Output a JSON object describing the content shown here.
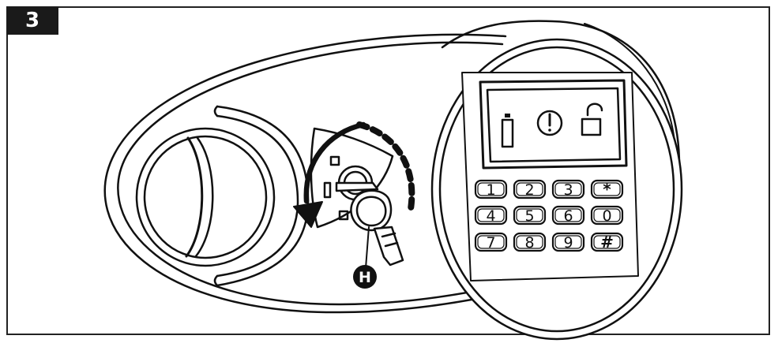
{
  "step": {
    "number": "3"
  },
  "callout": {
    "letter": "H"
  },
  "display": {
    "icons": [
      "battery-icon",
      "warning-icon",
      "padlock-open-icon"
    ]
  },
  "keypad": {
    "rows": [
      [
        "1",
        "2",
        "3",
        "*"
      ],
      [
        "4",
        "5",
        "6",
        "0"
      ],
      [
        "7",
        "8",
        "9",
        "#"
      ]
    ]
  },
  "colors": {
    "line": "#111111",
    "badge": "#1a1a1a",
    "fill": "#ffffff"
  }
}
